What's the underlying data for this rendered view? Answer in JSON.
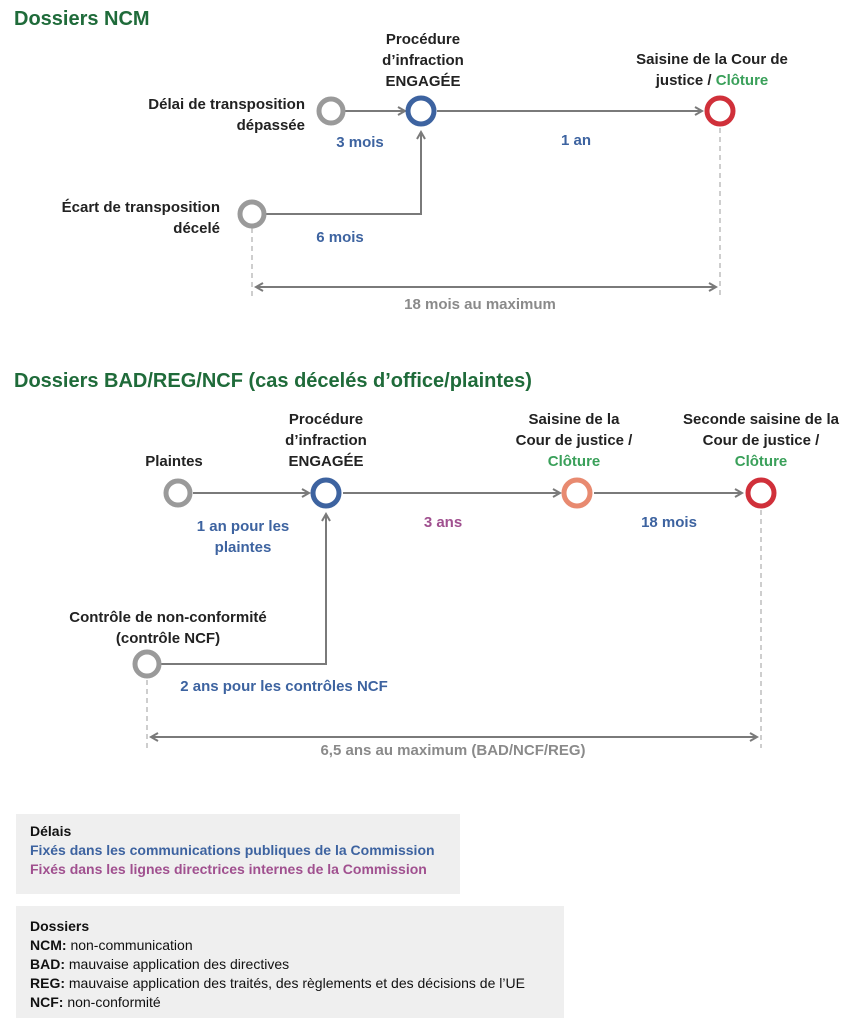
{
  "section1": {
    "title": "Dossiers NCM",
    "delai_label": [
      "Délai de transposition",
      "dépassée"
    ],
    "ecart_label": [
      "Écart de transposition",
      "décelé"
    ],
    "procedure_label": [
      "Procédure",
      "d’infraction",
      "ENGAGÉE"
    ],
    "saisine_label_line1": "Saisine de la Cour de",
    "saisine_label_line2a": "justice / ",
    "saisine_label_line2b": "Clôture",
    "dur_3mois": "3 mois",
    "dur_6mois": "6 mois",
    "dur_1an": "1 an",
    "total": "18 mois au maximum"
  },
  "section2": {
    "title": "Dossiers BAD/REG/NCF (cas décelés d’office/plaintes)",
    "plaintes_label": "Plaintes",
    "controle_label": [
      "Contrôle de non-conformité",
      "(contrôle NCF)"
    ],
    "procedure_label": [
      "Procédure",
      "d’infraction",
      "ENGAGÉE"
    ],
    "saisine_label": [
      "Saisine de la",
      "Cour de justice /",
      "Clôture"
    ],
    "seconde_label": [
      "Seconde saisine de la",
      "Cour de justice /",
      "Clôture"
    ],
    "dur_plaintes": [
      "1 an pour les",
      "plaintes"
    ],
    "dur_controles": "2 ans pour les contrôles NCF",
    "dur_3ans": "3 ans",
    "dur_18mois": "18 mois",
    "total": "6,5 ans au maximum (BAD/NCF/REG)"
  },
  "legend_delais": {
    "title": "Délais",
    "public": "Fixés dans les communications publiques de la Commission",
    "internal": "Fixés dans les lignes directrices internes de la Commission"
  },
  "legend_dossiers": {
    "title": "Dossiers",
    "items": [
      {
        "code": "NCM:",
        "desc": "non-communication"
      },
      {
        "code": "BAD:",
        "desc": "mauvaise application des directives"
      },
      {
        "code": "REG:",
        "desc": "mauvaise application des traités, des règlements et des décisions de l’UE"
      },
      {
        "code": "NCF:",
        "desc": "non-conformité"
      }
    ]
  },
  "colors": {
    "title_green": "#1f6b3a",
    "blue": "#3d63a0",
    "purple": "#a0508f",
    "grey": "#8a8a8a",
    "red": "#d0303a",
    "salmon": "#e88a70",
    "green": "#3aa05a"
  }
}
